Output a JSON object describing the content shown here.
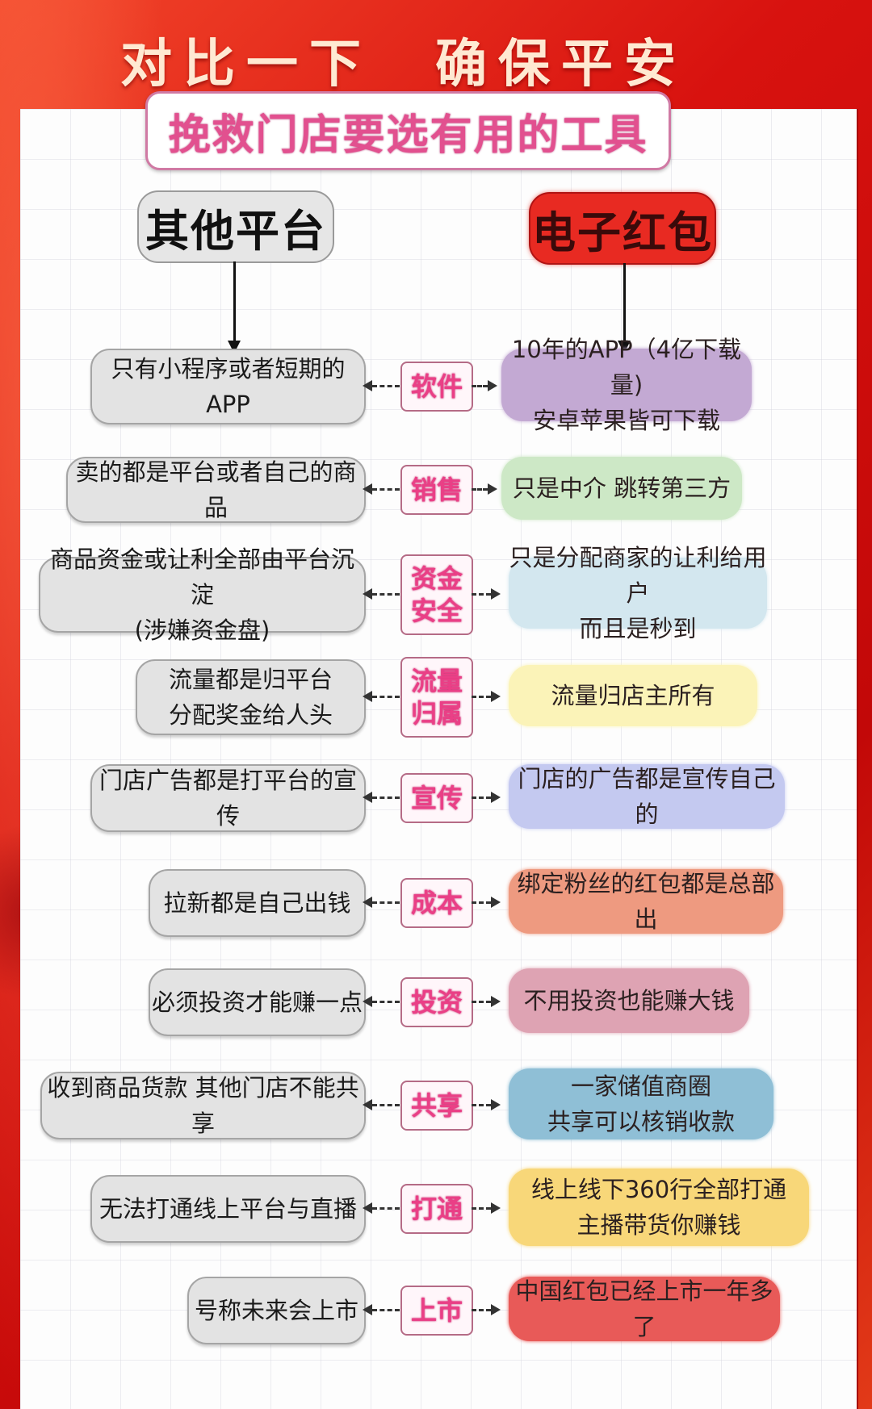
{
  "header": {
    "title": "对比一下　确保平安",
    "subtitle": "挽救门店要选有用的工具"
  },
  "columns": {
    "left": "其他平台",
    "right": "电子红包"
  },
  "colors": {
    "background_red": "#d8120f",
    "subtitle_pink": "#e2508f",
    "left_box_gray": "#e3e3e3",
    "right_header_red": "#e82a22",
    "category_pink": "#ea3f86"
  },
  "rows": [
    {
      "category": [
        "软件"
      ],
      "left": [
        "只有小程序或者短期的APP"
      ],
      "right": [
        "10年的APP（4亿下载量)",
        "安卓苹果皆可下载"
      ],
      "right_color": "#c3a9d3"
    },
    {
      "category": [
        "销售"
      ],
      "left": [
        "卖的都是平台或者自己的商品"
      ],
      "right": [
        "只是中介 跳转第三方"
      ],
      "right_color": "#cde8c6"
    },
    {
      "category": [
        "资金",
        "安全"
      ],
      "left": [
        "商品资金或让利全部由平台沉淀",
        "(涉嫌资金盘)"
      ],
      "right": [
        "只是分配商家的让利给用户",
        "而且是秒到"
      ],
      "right_color": "#d3e7ef"
    },
    {
      "category": [
        "流量",
        "归属"
      ],
      "left": [
        "流量都是归平台",
        "分配奖金给人头"
      ],
      "right": [
        "流量归店主所有"
      ],
      "right_color": "#fbf3b8"
    },
    {
      "category": [
        "宣传"
      ],
      "left": [
        "门店广告都是打平台的宣传"
      ],
      "right": [
        "门店的广告都是宣传自己的"
      ],
      "right_color": "#c4c9f0"
    },
    {
      "category": [
        "成本"
      ],
      "left": [
        "拉新都是自己出钱"
      ],
      "right": [
        "绑定粉丝的红包都是总部出"
      ],
      "right_color": "#ee9a80"
    },
    {
      "category": [
        "投资"
      ],
      "left": [
        "必须投资才能赚一点"
      ],
      "right": [
        "不用投资也能赚大钱"
      ],
      "right_color": "#dea3b3"
    },
    {
      "category": [
        "共享"
      ],
      "left": [
        "收到商品货款  其他门店不能共享"
      ],
      "right": [
        "一家储值商圈",
        "共享可以核销收款"
      ],
      "right_color": "#8fbfd6"
    },
    {
      "category": [
        "打通"
      ],
      "left": [
        "无法打通线上平台与直播"
      ],
      "right": [
        "线上线下360行全部打通",
        "主播带货你赚钱"
      ],
      "right_color": "#f8d779"
    },
    {
      "category": [
        "上市"
      ],
      "left": [
        "号称未来会上市"
      ],
      "right": [
        "中国红包已经上市一年多了"
      ],
      "right_color": "#e85a58"
    }
  ]
}
